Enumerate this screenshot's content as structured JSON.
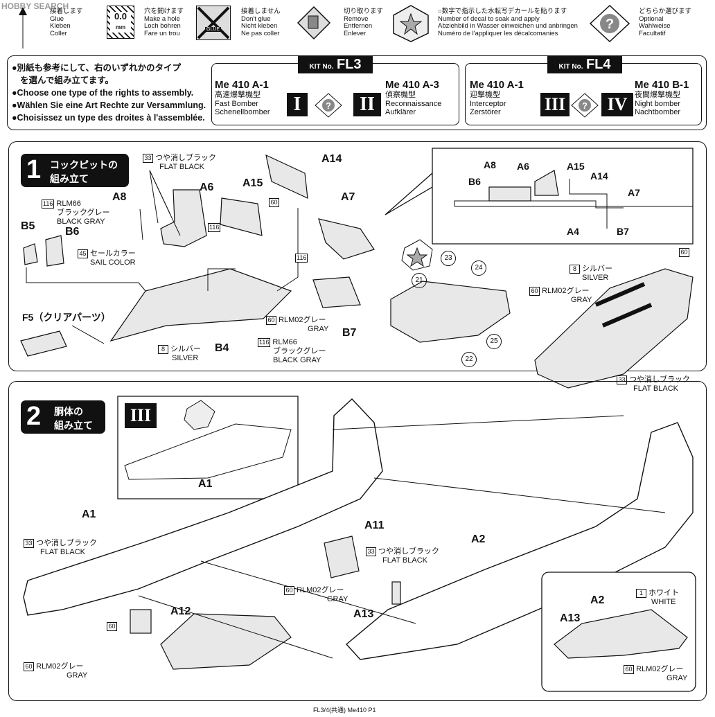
{
  "watermark": "HOBBY SEARCH",
  "legend": [
    {
      "icon": "glue-icon",
      "lines": [
        "接着します",
        "Glue",
        "Kleben",
        "Coller"
      ]
    },
    {
      "icon": "drill-hole-icon",
      "badge": "0.0",
      "unit": "mm",
      "lines": [
        "穴を開けます",
        "Make a hole",
        "Loch bohren",
        "Fare un trou"
      ]
    },
    {
      "icon": "no-glue-icon",
      "badge": "GLUE",
      "lines": [
        "接着しません",
        "Don't glue",
        "Nicht kleben",
        "Ne pas coller"
      ]
    },
    {
      "icon": "cut-off-icon",
      "lines": [
        "切り取ります",
        "Remove",
        "Entfernen",
        "Enlever"
      ]
    },
    {
      "icon": "decal-icon",
      "lines": [
        "○数字で指示した水転写デカールを貼ります",
        "Number of decal to soak and apply",
        "Abziehbild in Wasser einweichen und anbringen",
        "Numéro de l'appliquer les décalcomanies"
      ]
    },
    {
      "icon": "optional-icon",
      "lines": [
        "どちらか選びます",
        "Optional",
        "Wahlweise",
        "Facultatif"
      ]
    }
  ],
  "choose": {
    "lines": [
      "●別紙も参考にして、右のいずれかのタイプ",
      "を選んで組み立てます。",
      "●Choose one type of the rights to assembly.",
      "●Wählen Sie eine Art Rechte zur Versammlung.",
      "●Choisissez un type des droites à  l'assemblée."
    ],
    "fl3": {
      "kit_prefix": "KIT No.",
      "kit": "FL3",
      "left": {
        "model": "Me 410 A-1",
        "jp": "高速爆撃機型",
        "en": "Fast Bomber",
        "de": "Schenellbomber",
        "roman": "I"
      },
      "right": {
        "model": "Me 410 A-3",
        "jp": "偵察機型",
        "en": "Reconnaissance",
        "de": "Aufklärer",
        "roman": "II"
      }
    },
    "fl4": {
      "kit_prefix": "KIT No.",
      "kit": "FL4",
      "left": {
        "model": "Me 410 A-1",
        "jp": "迎撃機型",
        "en": "Interceptor",
        "de": "Zerstörer",
        "roman": "III"
      },
      "right": {
        "model": "Me 410 B-1",
        "jp": "夜間爆撃機型",
        "en": "Night bomber",
        "de": "Nachtbomber",
        "roman": "IV"
      }
    }
  },
  "step1": {
    "num": "1",
    "title1": "コックピットの",
    "title2": "組み立て",
    "labels": {
      "A14": "A14",
      "A6": "A6",
      "A15": "A15",
      "A8": "A8",
      "A7": "A7",
      "B5": "B5",
      "B6": "B6",
      "B7": "B7",
      "B4": "B4",
      "F5": "F5（クリアパーツ）"
    },
    "paints": {
      "p33": {
        "n": "33",
        "jp": "つや消しブラック",
        "en": "FLAT BLACK"
      },
      "p116a": {
        "n": "116",
        "l1": "RLM66",
        "l2": "ブラックグレー",
        "l3": "BLACK GRAY"
      },
      "p45": {
        "n": "45",
        "jp": "セールカラー",
        "en": "SAIL COLOR"
      },
      "p60a": {
        "n": "60"
      },
      "p116b": {
        "n": "116"
      },
      "p116c": {
        "n": "116"
      },
      "p60b": {
        "n": "60",
        "jp": "RLM02グレー",
        "en": "GRAY"
      },
      "p8": {
        "n": "8",
        "jp": "シルバー",
        "en": "SILVER"
      },
      "p116d": {
        "n": "116",
        "l1": "RLM66",
        "l2": "ブラックグレー",
        "l3": "BLACK GRAY"
      }
    },
    "inset": {
      "A8": "A8",
      "A6": "A6",
      "A15": "A15",
      "B6": "B6",
      "A14": "A14",
      "A7": "A7",
      "A4": "A4",
      "B7": "B7"
    },
    "decals": [
      "21",
      "22",
      "23",
      "24",
      "25"
    ],
    "gun": {
      "p8": {
        "n": "8",
        "jp": "シルバー",
        "en": "SILVER"
      },
      "p60": {
        "n": "60",
        "jp": "RLM02グレー",
        "en": "GRAY"
      },
      "p60t": {
        "n": "60"
      },
      "p33": {
        "n": "33",
        "jp": "つや消しブラック",
        "en": "FLAT BLACK"
      }
    }
  },
  "step2": {
    "num": "2",
    "title1": "胴体の",
    "title2": "組み立て",
    "roman": "III",
    "labels": {
      "A1_inset": "A1",
      "A1": "A1",
      "A2": "A2",
      "A11": "A11",
      "A12": "A12",
      "A13": "A13"
    },
    "paints": {
      "p33a": {
        "n": "33",
        "jp": "つや消しブラック",
        "en": "FLAT BLACK"
      },
      "p33b": {
        "n": "33",
        "jp": "つや消しブラック",
        "en": "FLAT BLACK"
      },
      "p60a": {
        "n": "60",
        "jp": "RLM02グレー",
        "en": "GRAY"
      },
      "p60b": {
        "n": "60"
      },
      "p60c": {
        "n": "60",
        "jp": "RLM02グレー",
        "en": "GRAY"
      }
    },
    "inset": {
      "A2": "A2",
      "A13": "A13",
      "p1": {
        "n": "1",
        "jp": "ホワイト",
        "en": "WHITE"
      },
      "p60": {
        "n": "60",
        "jp": "RLM02グレー",
        "en": "GRAY"
      }
    }
  },
  "footer": "FL3/4(共通)  Me410  P1"
}
